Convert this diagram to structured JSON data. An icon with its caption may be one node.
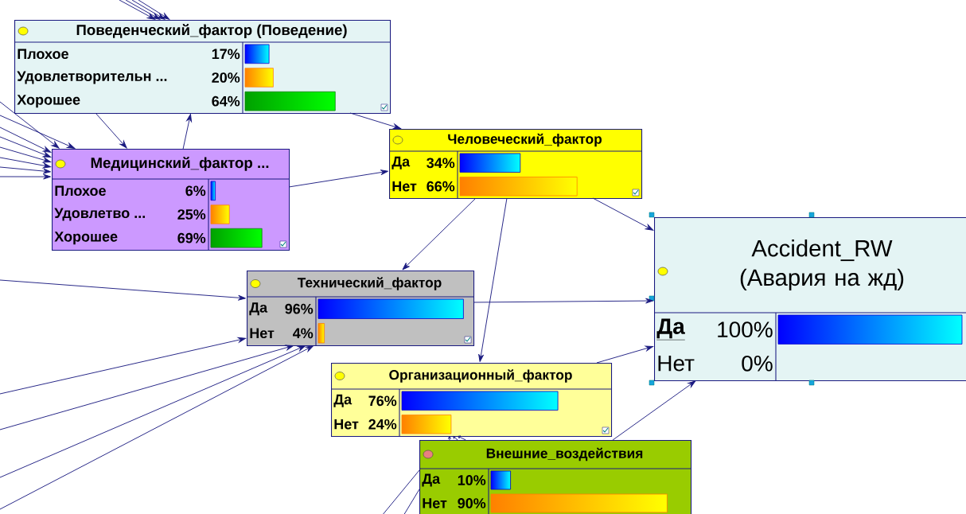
{
  "diagram": {
    "nodes": [
      {
        "text": [
          "Поведенческий_фактор (Поведение)",
          "Плохое",
          "17%",
          "Удовлетворительн ...",
          "20%",
          "Хорошее",
          "64%"
        ]
      },
      {
        "text": [
          "Медицинский_фактор ...",
          "Плохое",
          "6%",
          "Удовлетво ...",
          "25%",
          "Хорошее",
          "69%"
        ]
      },
      {
        "text": [
          "Человеческий_фактор",
          "Да",
          "34%",
          "Нет",
          "66%"
        ]
      },
      {
        "text": [
          "Accident_RW (Авария на жд)",
          "Да",
          "100%",
          "Нет",
          "0%"
        ]
      },
      {
        "text": [
          "Технический_фактор",
          "Да",
          "96%",
          "Нет",
          "4%"
        ]
      },
      {
        "text": [
          "Организационный_фактор",
          "Да",
          "76%",
          "Нет",
          "24%"
        ]
      },
      {
        "text": [
          "Внешние_воздействия",
          "Да",
          "10%",
          "Нет",
          "90%"
        ]
      }
    ],
    "edges": [
      {
        "from": 0,
        "to": 1,
        "arrow": "to"
      },
      {
        "from": 1,
        "to": 0,
        "arrow": "to"
      },
      {
        "from": 0,
        "to": 2,
        "arrow": "to"
      },
      {
        "from": 1,
        "to": 2,
        "arrow": "to"
      },
      {
        "from": 2,
        "to": 4,
        "arrow": "to"
      },
      {
        "from": 2,
        "to": 5,
        "arrow": "to"
      },
      {
        "from": 2,
        "to": 3,
        "arrow": "to"
      },
      {
        "from": 4,
        "to": 3,
        "arrow": "to"
      },
      {
        "from": 5,
        "to": 3,
        "arrow": "to"
      },
      {
        "from": 6,
        "to": 3,
        "arrow": "to"
      },
      {
        "from": null,
        "to": 0,
        "arrow": "to"
      },
      {
        "from": null,
        "to": 0,
        "arrow": "to"
      },
      {
        "from": null,
        "to": 0,
        "arrow": "to"
      },
      {
        "from": null,
        "to": 0,
        "arrow": "to"
      },
      {
        "from": null,
        "to": 1,
        "arrow": "to"
      },
      {
        "from": null,
        "to": 1,
        "arrow": "to"
      },
      {
        "from": null,
        "to": 1,
        "arrow": "to"
      },
      {
        "from": null,
        "to": 1,
        "arrow": "to"
      },
      {
        "from": null,
        "to": 1,
        "arrow": "to"
      },
      {
        "from": null,
        "to": 1,
        "arrow": "to"
      },
      {
        "from": null,
        "to": 1,
        "arrow": "to"
      },
      {
        "from": null,
        "to": 1,
        "arrow": "to"
      },
      {
        "from": null,
        "to": 4,
        "arrow": "to"
      },
      {
        "from": null,
        "to": 4,
        "arrow": "to"
      },
      {
        "from": null,
        "to": 4,
        "arrow": "to"
      },
      {
        "from": null,
        "to": 4,
        "arrow": "to"
      },
      {
        "from": null,
        "to": 4,
        "arrow": "to"
      },
      {
        "from": 6,
        "to": 5,
        "arrow": "to"
      },
      {
        "from": 6,
        "to": 5,
        "arrow": "to"
      },
      {
        "from": 6,
        "to": 5,
        "arrow": "to"
      },
      {
        "from": 6,
        "to": null,
        "arrow": "none"
      },
      {
        "from": 6,
        "to": null,
        "arrow": "none"
      }
    ]
  }
}
